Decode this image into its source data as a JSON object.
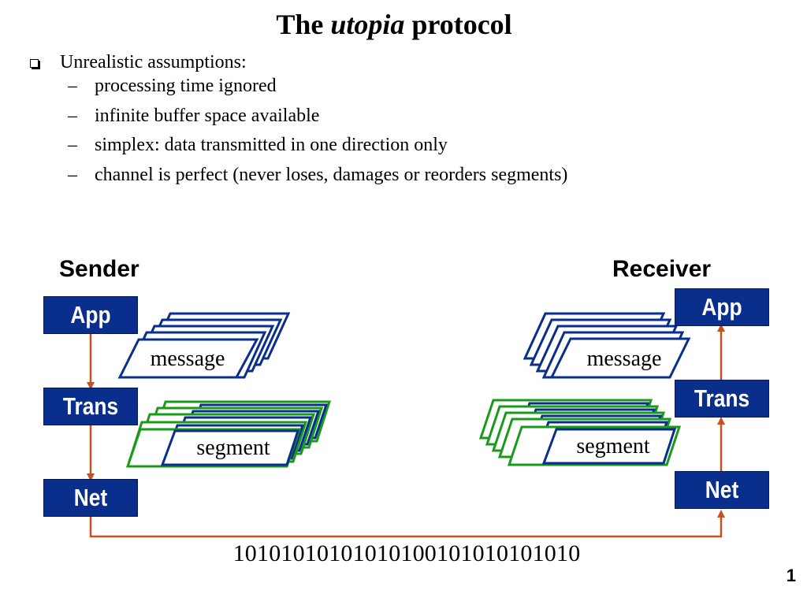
{
  "slide": {
    "title_pre": "The",
    "title_em": "utopia",
    "title_post": "protocol",
    "bullet": "Unrealistic assumptions:",
    "sub_dash": "–",
    "sub_items": [
      "processing time ignored",
      "infinite buffer space available",
      "simplex: data transmitted in one direction only",
      "channel is perfect (never loses, damages or reorders segments)"
    ],
    "page_number": "1"
  },
  "diagram": {
    "sender_label": "Sender",
    "receiver_label": "Receiver",
    "sender_layers": [
      "App",
      "Trans",
      "Net"
    ],
    "receiver_layers": [
      "App",
      "Trans",
      "Net"
    ],
    "message_label": "message",
    "segment_label": "segment",
    "bitstream": "10101010101010100101010101010",
    "colors": {
      "layer_fill": "#0a2e8c",
      "message_stroke": "#0a2e8c",
      "segment_stroke": "#1a9a1a",
      "arrow": "#c8501e"
    }
  }
}
